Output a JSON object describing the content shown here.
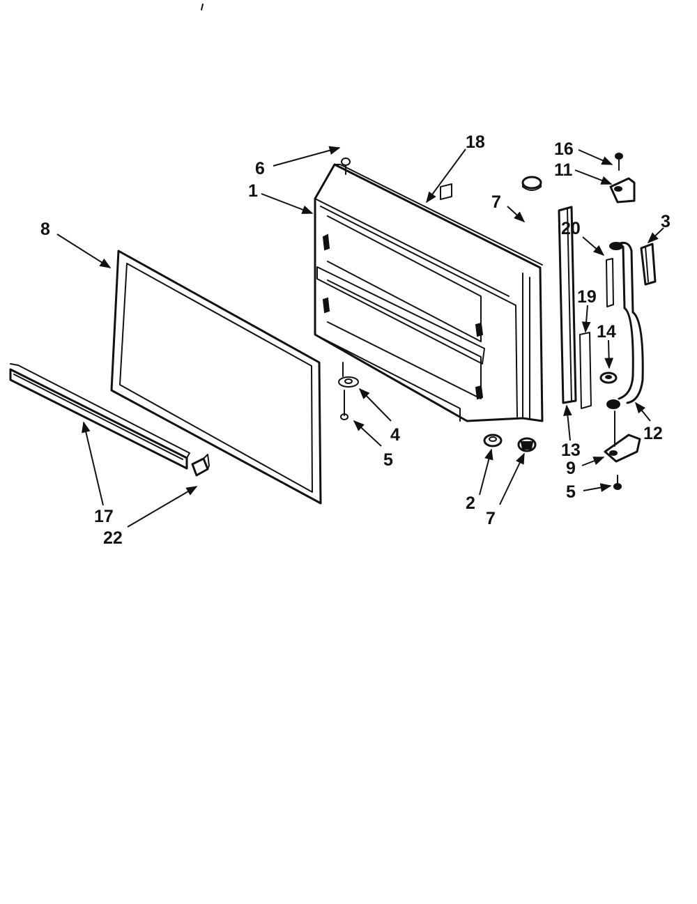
{
  "diagram": {
    "colors": {
      "ink": "#111111",
      "background": "#ffffff"
    },
    "callouts": {
      "c1": "1",
      "c2": "2",
      "c3": "3",
      "c4": "4",
      "c5a": "5",
      "c5b": "5",
      "c6": "6",
      "c7a": "7",
      "c7b": "7",
      "c8": "8",
      "c9": "9",
      "c11": "11",
      "c12": "12",
      "c13": "13",
      "c14": "14",
      "c16": "16",
      "c17": "17",
      "c18": "18",
      "c19": "19",
      "c20": "20",
      "c22": "22"
    }
  }
}
